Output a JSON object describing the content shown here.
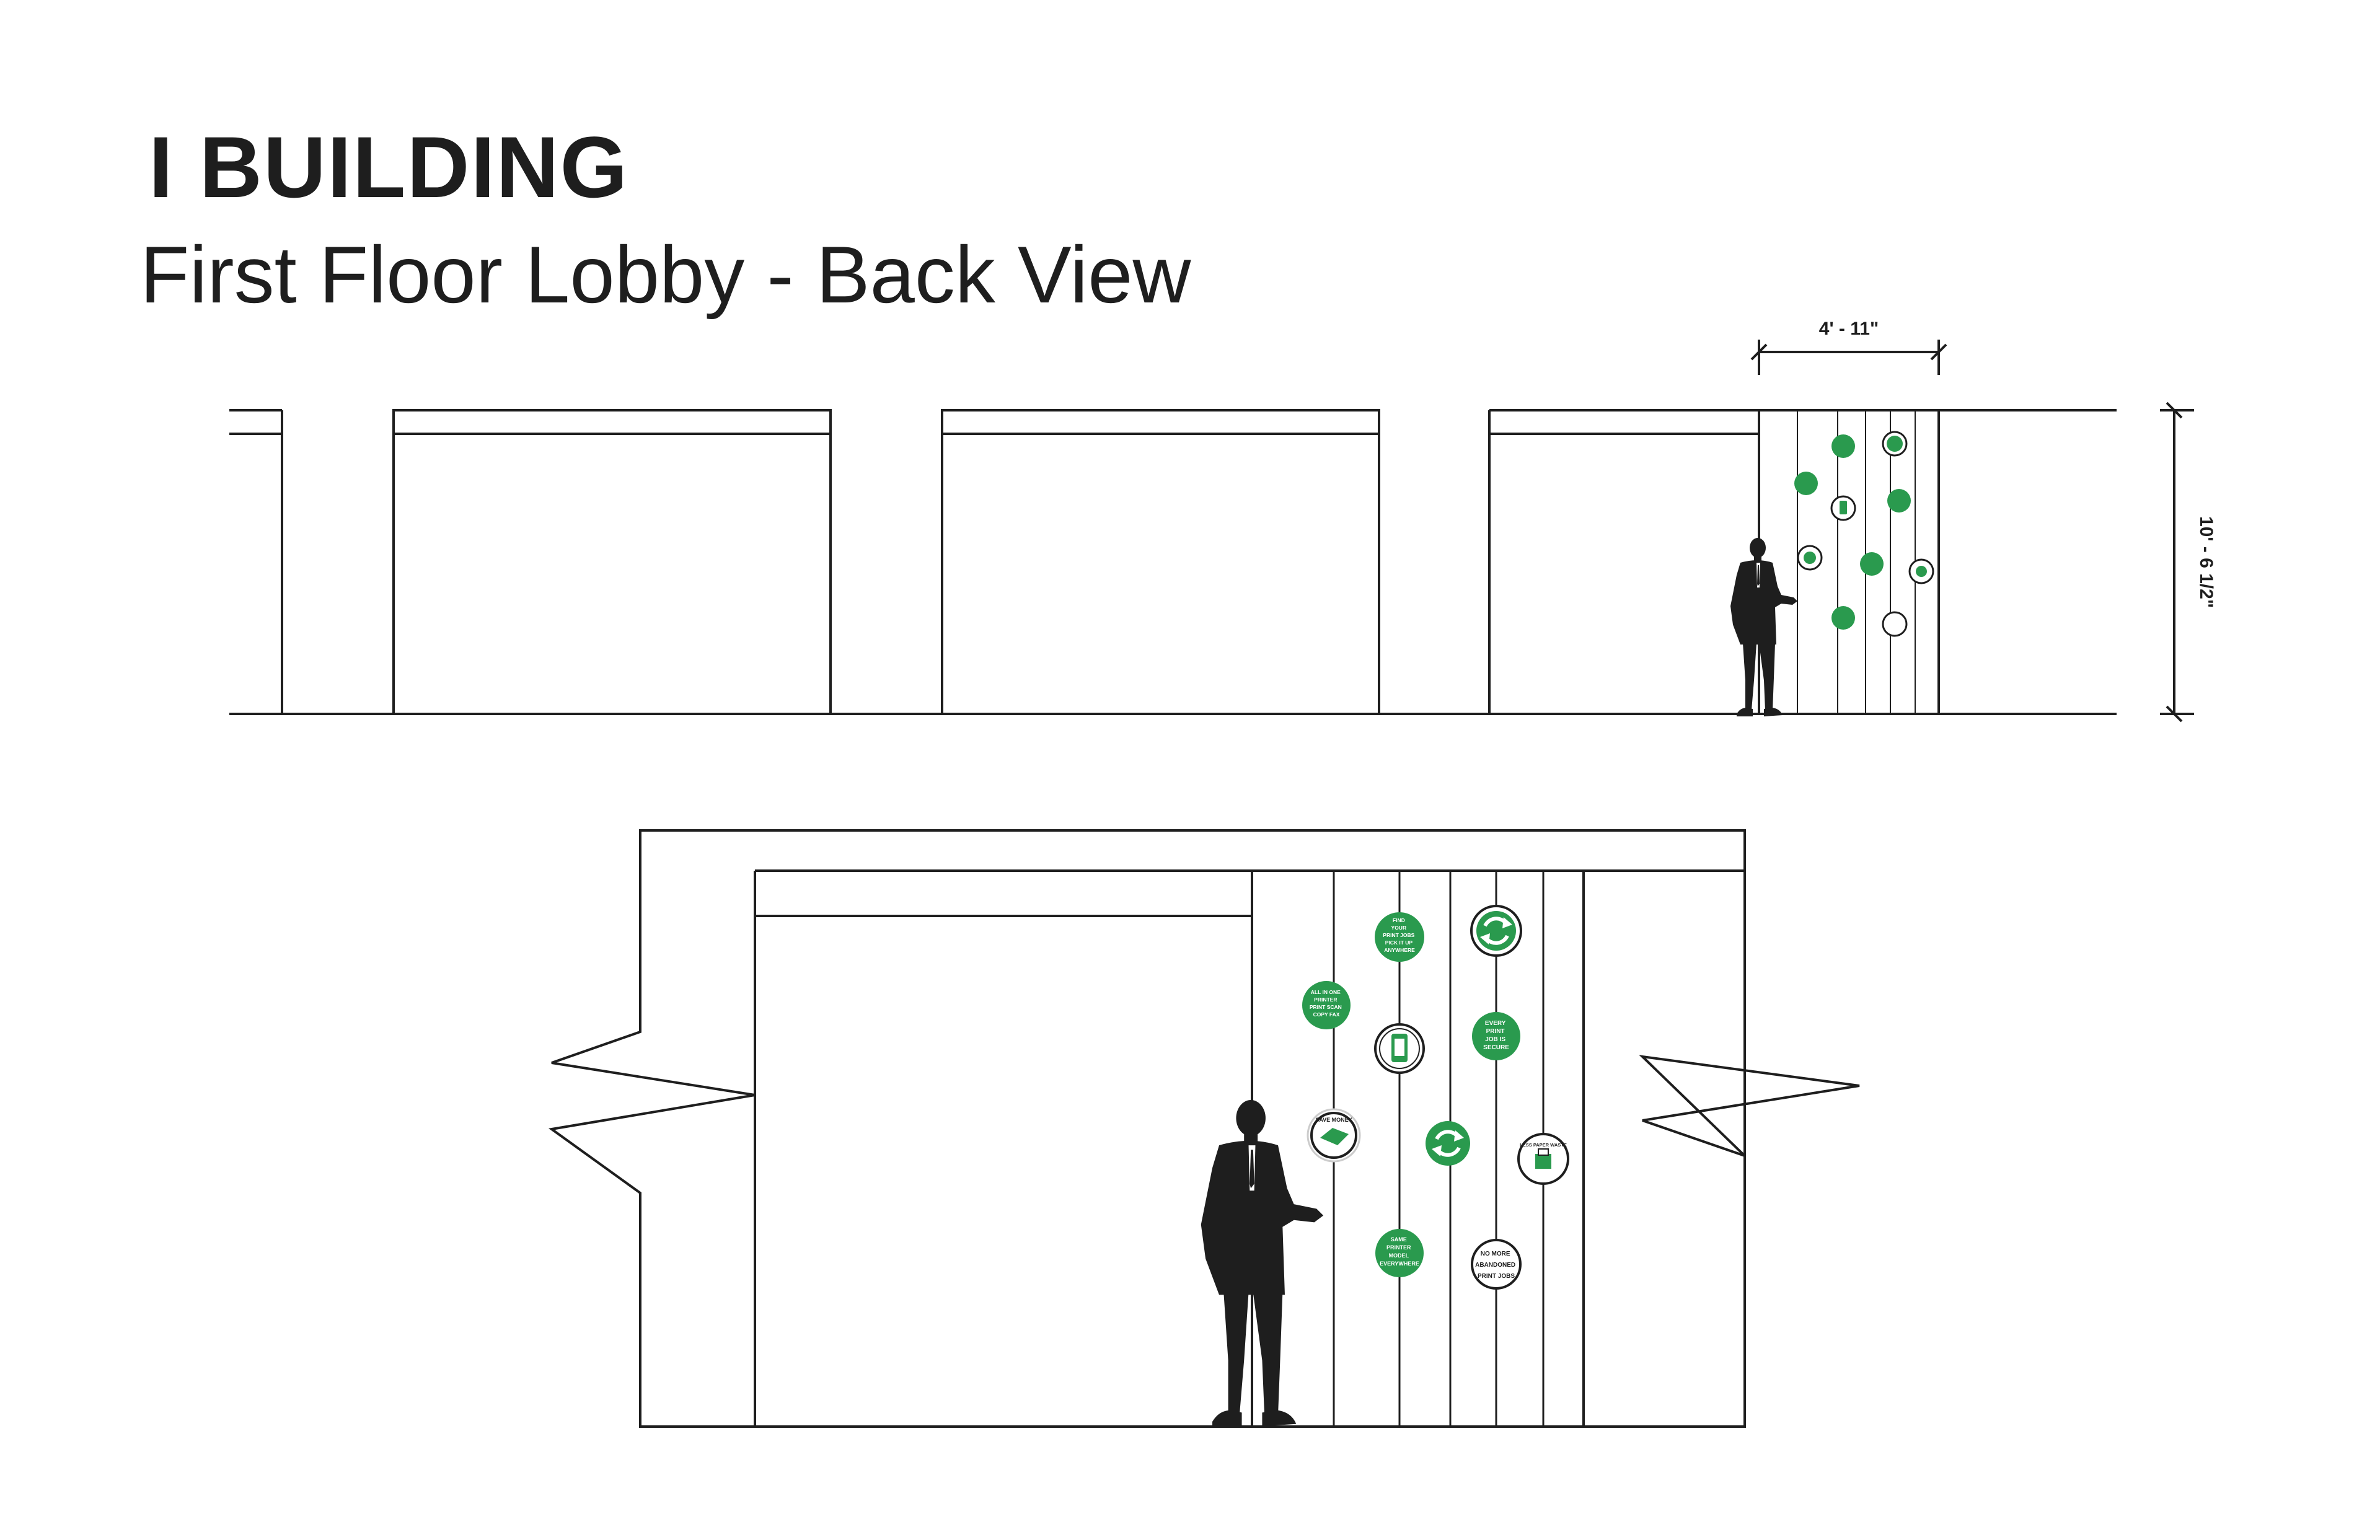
{
  "header": {
    "title": "I BUILDING",
    "subtitle": "First Floor Lobby - Back View"
  },
  "dimensions": {
    "width_label": "4' - 11\"",
    "height_label": "10' - 6 1/2\""
  },
  "signs": {
    "find_print": [
      "FIND",
      "YOUR",
      "PRINT JOBS",
      "PICK IT UP",
      "ANYWHERE"
    ],
    "all_in_one": [
      "ALL IN ONE",
      "PRINTER",
      "PRINT SCAN",
      "COPY FAX"
    ],
    "every_print": [
      "EVERY",
      "PRINT",
      "JOB IS",
      "SECURE"
    ],
    "same_printer": [
      "SAME",
      "PRINTER",
      "MODEL",
      "EVERYWHERE"
    ],
    "no_more": [
      "NO MORE",
      "ABANDONED",
      "PRINT JOBS"
    ],
    "save_money": "SAVE MONEY",
    "less_paper": "LESS PAPER WASTE"
  },
  "colors": {
    "line": "#1e1e1e",
    "sign_green": "#2a9a4e",
    "silhouette": "#1e1e1e"
  }
}
